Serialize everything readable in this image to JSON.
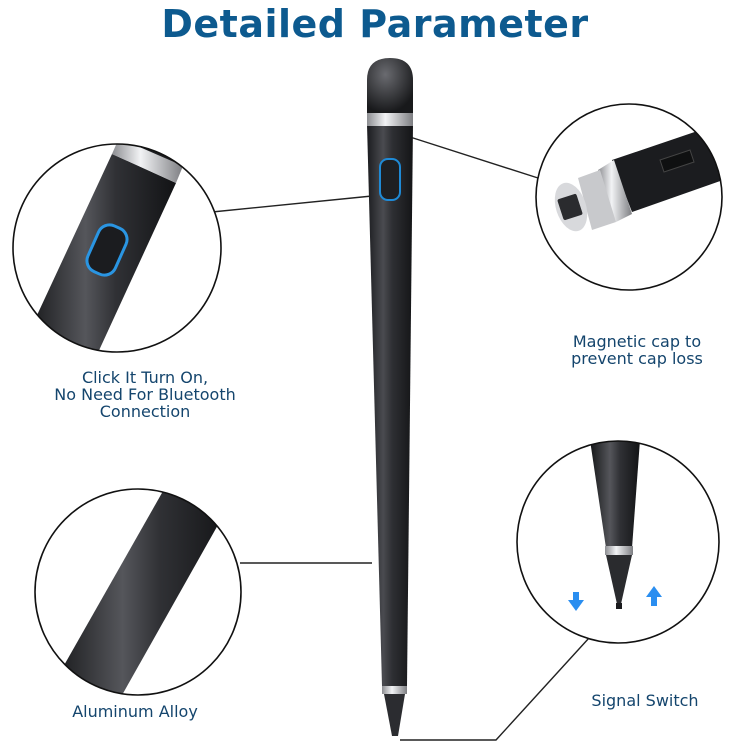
{
  "title": "Detailed Parameter",
  "callouts": {
    "button": {
      "caption_lines": [
        "Click It Turn On,",
        "No Need For Bluetooth",
        "Connection"
      ]
    },
    "cap": {
      "caption_lines": [
        "Magnetic cap to",
        "prevent cap loss"
      ]
    },
    "body": {
      "caption": "Aluminum Alloy"
    },
    "tip": {
      "caption": "Signal Switch"
    }
  },
  "colors": {
    "title": "#0d5a8f",
    "caption": "#14456d",
    "pen_body": "#2c2d31",
    "silver_ring": "#c9cacd",
    "power_led": "#1f8ad6",
    "arrow_blue": "#2a8ef0"
  },
  "icons": [
    "arrow-down-icon",
    "arrow-up-icon"
  ]
}
